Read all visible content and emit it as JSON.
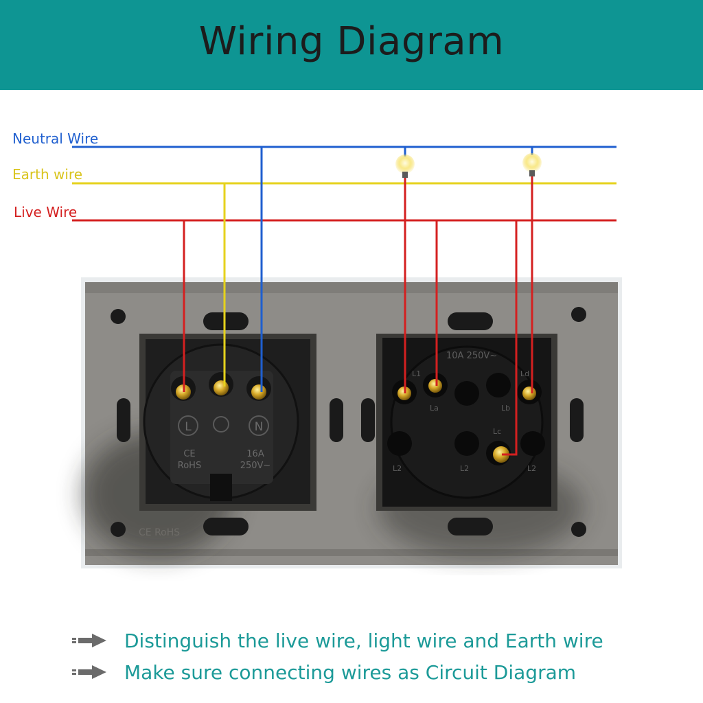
{
  "header": {
    "title": "Wiring Diagram"
  },
  "wires": {
    "neutral": {
      "label": "Neutral Wire",
      "color": "#1f5fcf"
    },
    "earth": {
      "label": "Earth wire",
      "color": "#e6d21c"
    },
    "live": {
      "label": "Live Wire",
      "color": "#d42020"
    }
  },
  "socket": {
    "terminals": [
      "L",
      "N"
    ],
    "marks": [
      "CE",
      "RoHS",
      "16A",
      "250V~"
    ]
  },
  "switch": {
    "rating": "10A 250V~",
    "terminal_labels": [
      "L1",
      "La",
      "Lb",
      "Lc",
      "Ld",
      "L2",
      "L2",
      "L2"
    ]
  },
  "panel": {
    "marks": "CE RoHS"
  },
  "notes": [
    "Distinguish the live wire, light wire and Earth wire",
    "Make sure connecting wires as Circuit Diagram"
  ],
  "colors": {
    "header_bg": "#0e9593",
    "note_text": "#1c9a98",
    "panel": "#8e8c88"
  }
}
